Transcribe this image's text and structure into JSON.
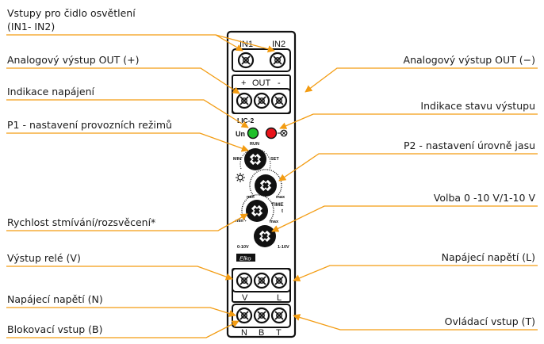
{
  "labels": {
    "in_sensor_1": "Vstupy pro čidlo osvětlení",
    "in_sensor_2": "(IN1- IN2)",
    "analog_out_plus": "Analogový výstup OUT (+)",
    "power_indication": "Indikace napájení",
    "p1_modes": "P1 - nastavení provozních režimů",
    "dimming_speed": "Rychlost stmívání/rozsvěcení*",
    "relay_output": "Výstup relé (V)",
    "supply_n": "Napájecí napětí (N)",
    "blocking_input": "Blokovací vstup (B)",
    "analog_out_minus": "Analogový výstup OUT (−)",
    "output_state_indication": "Indikace stavu výstupu",
    "p2_brightness": "P2 - nastavení úrovně jasu",
    "voltage_select": "Volba 0 -10 V/1-10 V",
    "supply_l": "Napájecí napětí (L)",
    "control_input": "Ovládací vstup (T)"
  },
  "device": {
    "terminal_in1": "IN1",
    "terminal_in2": "IN2",
    "out_plus": "+",
    "out_label": "OUT",
    "out_minus": "-",
    "model": "LIC-2",
    "un": "Un",
    "knob1_run": "RUN",
    "knob1_min": "MIN",
    "knob1_set": "SET",
    "knob2_min": "min",
    "knob2_max": "max",
    "knob3_time": "TIME",
    "knob3_t": "t",
    "knob3_min": "min",
    "knob3_max": "max",
    "knob4_left": "0-10V",
    "knob4_right": "1-10V",
    "brand": "Elko",
    "bottom_v": "V",
    "bottom_l": "L",
    "bottom_n": "N",
    "bottom_b": "B",
    "bottom_t": "T"
  },
  "colors": {
    "leader": "#f39c12",
    "led_green": "#1fbf2a",
    "led_red": "#e8141b"
  }
}
